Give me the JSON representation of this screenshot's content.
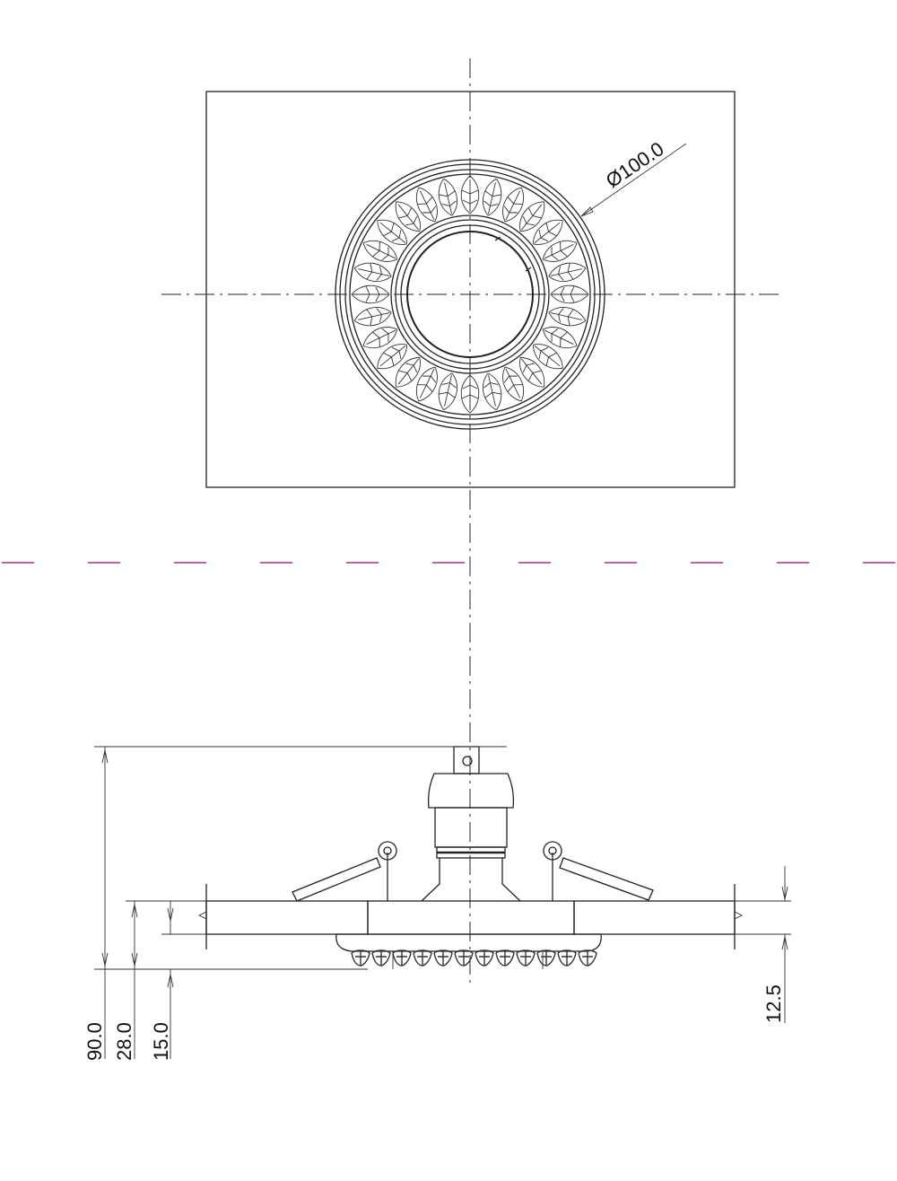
{
  "plan_view": {
    "diameter_label": "Ø100.0"
  },
  "section_line": {
    "color": "#a3327f"
  },
  "elevation_view": {
    "dimensions": {
      "overall_height": "90.0",
      "below_ceiling_to_top_of_slab": "28.0",
      "ceiling_thickness_range": "15.0",
      "ceiling_max_thickness": "12.5"
    }
  }
}
